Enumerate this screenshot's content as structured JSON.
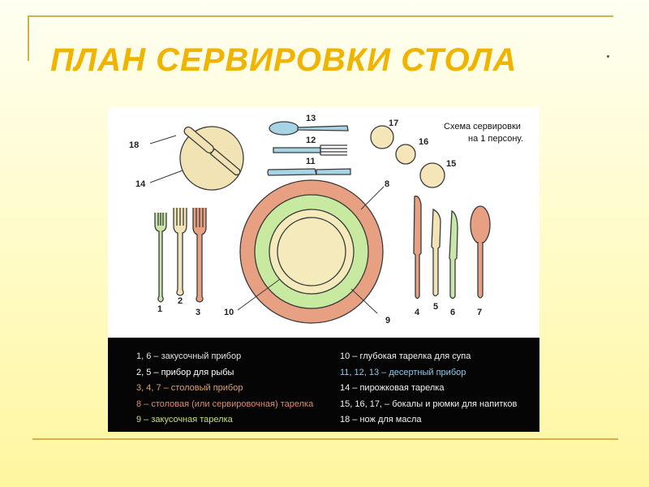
{
  "slide": {
    "title": "ПЛАН  СЕРВИРОВКИ СТОЛА"
  },
  "scheme": {
    "caption_line1": "Схема сервировки",
    "caption_line2": "на 1 персону.",
    "labels": {
      "n1": "1",
      "n2": "2",
      "n3": "3",
      "n4": "4",
      "n5": "5",
      "n6": "6",
      "n7": "7",
      "n8": "8",
      "n9": "9",
      "n10": "10",
      "n11": "11",
      "n12": "12",
      "n13": "13",
      "n14": "14",
      "n15": "15",
      "n16": "16",
      "n17": "17",
      "n18": "18"
    }
  },
  "legend": {
    "left": [
      {
        "text": "1, 6 – закусочный прибор",
        "color": "#e2e2e2"
      },
      {
        "text": "2, 5 – прибор для рыбы",
        "color": "#ffffff"
      },
      {
        "text": "3, 4, 7 – столовый прибор",
        "color": "#e0a070"
      },
      {
        "text": "8 – столовая (или сервировочная) тарелка",
        "color": "#e08a6c"
      },
      {
        "text": "9 – закусочная тарелка",
        "color": "#c0e070"
      }
    ],
    "right": [
      {
        "text": "10 – глубокая тарелка для супа",
        "color": "#f2f2f2"
      },
      {
        "text": "11, 12, 13 – десертный прибор",
        "color": "#90c8e8"
      },
      {
        "text": "14 – пирожковая тарелка",
        "color": "#f2f2f2"
      },
      {
        "text": "15, 16, 17, – бокалы и рюмки для напитков",
        "color": "#f2f2f2"
      },
      {
        "text": "18 – нож для масла",
        "color": "#f2f2f2"
      }
    ]
  },
  "colors": {
    "title": "#f0b400",
    "rule": "#d1b050",
    "plate_outer": "#e8a082",
    "plate_mid": "#c8eaa0",
    "plate_inner": "#f4eabc",
    "utensil_orange": "#e8a082",
    "utensil_green": "#c8e6a8",
    "utensil_cream": "#f1e3b4",
    "utensil_blue": "#a6d4e4",
    "glass": "#f4e6b8"
  }
}
